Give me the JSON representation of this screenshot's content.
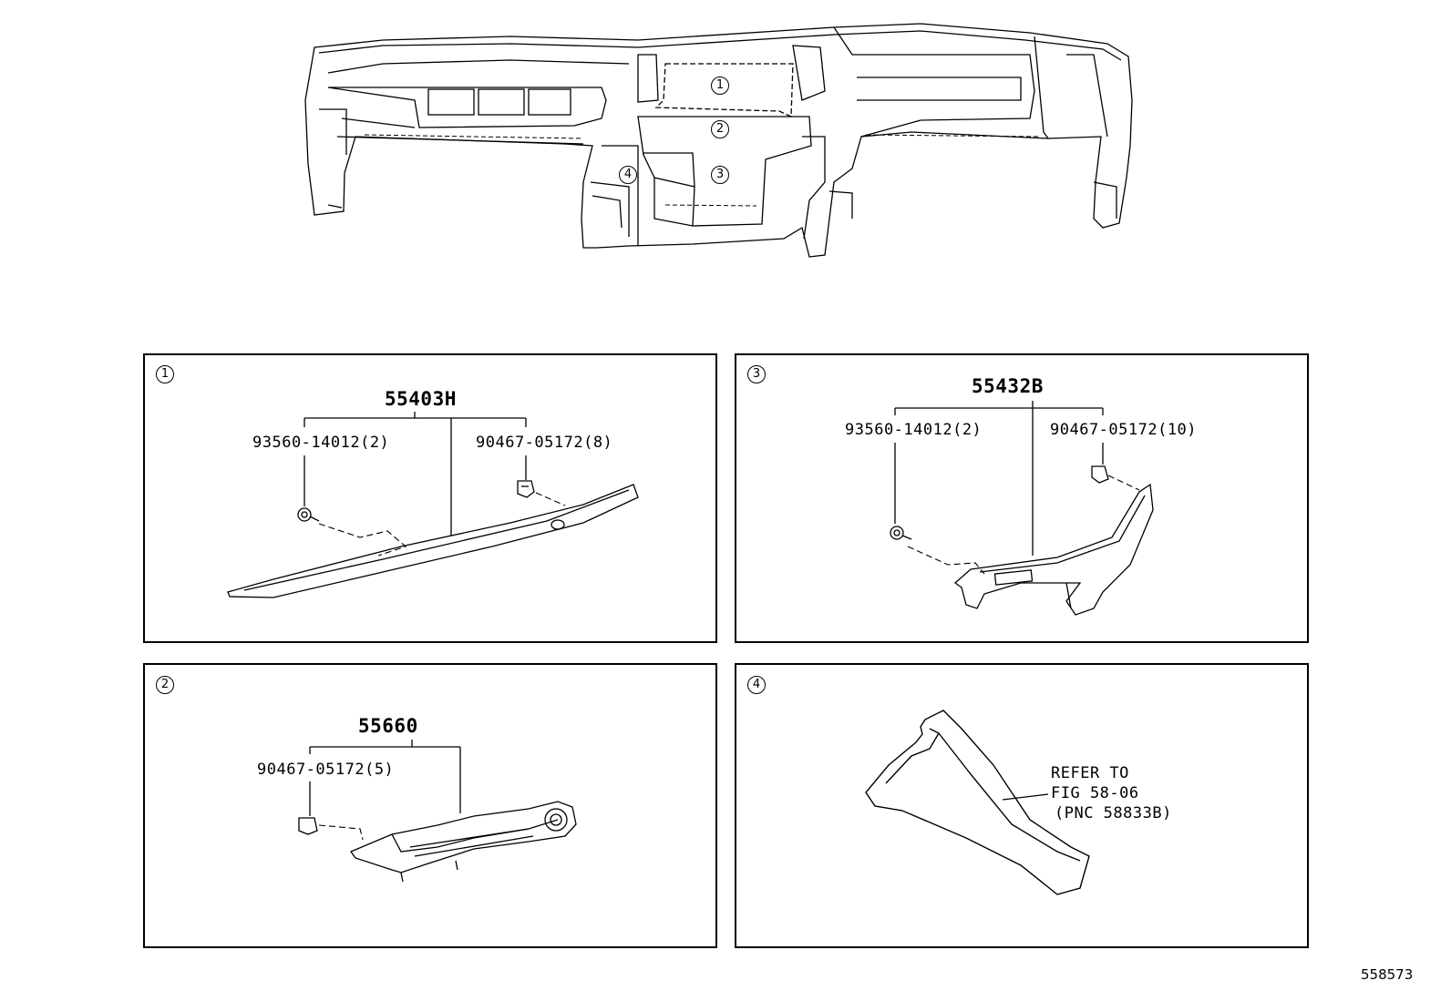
{
  "overview": {
    "callouts": [
      "1",
      "2",
      "3",
      "4"
    ]
  },
  "panels": [
    {
      "index": "1",
      "main_part": "55403H",
      "sub_parts": [
        "93560-14012(2)",
        "90467-05172(8)"
      ]
    },
    {
      "index": "2",
      "main_part": "55660",
      "sub_parts": [
        "90467-05172(5)"
      ]
    },
    {
      "index": "3",
      "main_part": "55432B",
      "sub_parts": [
        "93560-14012(2)",
        "90467-05172(10)"
      ]
    },
    {
      "index": "4",
      "refer_lines": [
        "REFER TO",
        "FIG 58-06",
        "(PNC 58833B)"
      ]
    }
  ],
  "diagram_id": "558573"
}
